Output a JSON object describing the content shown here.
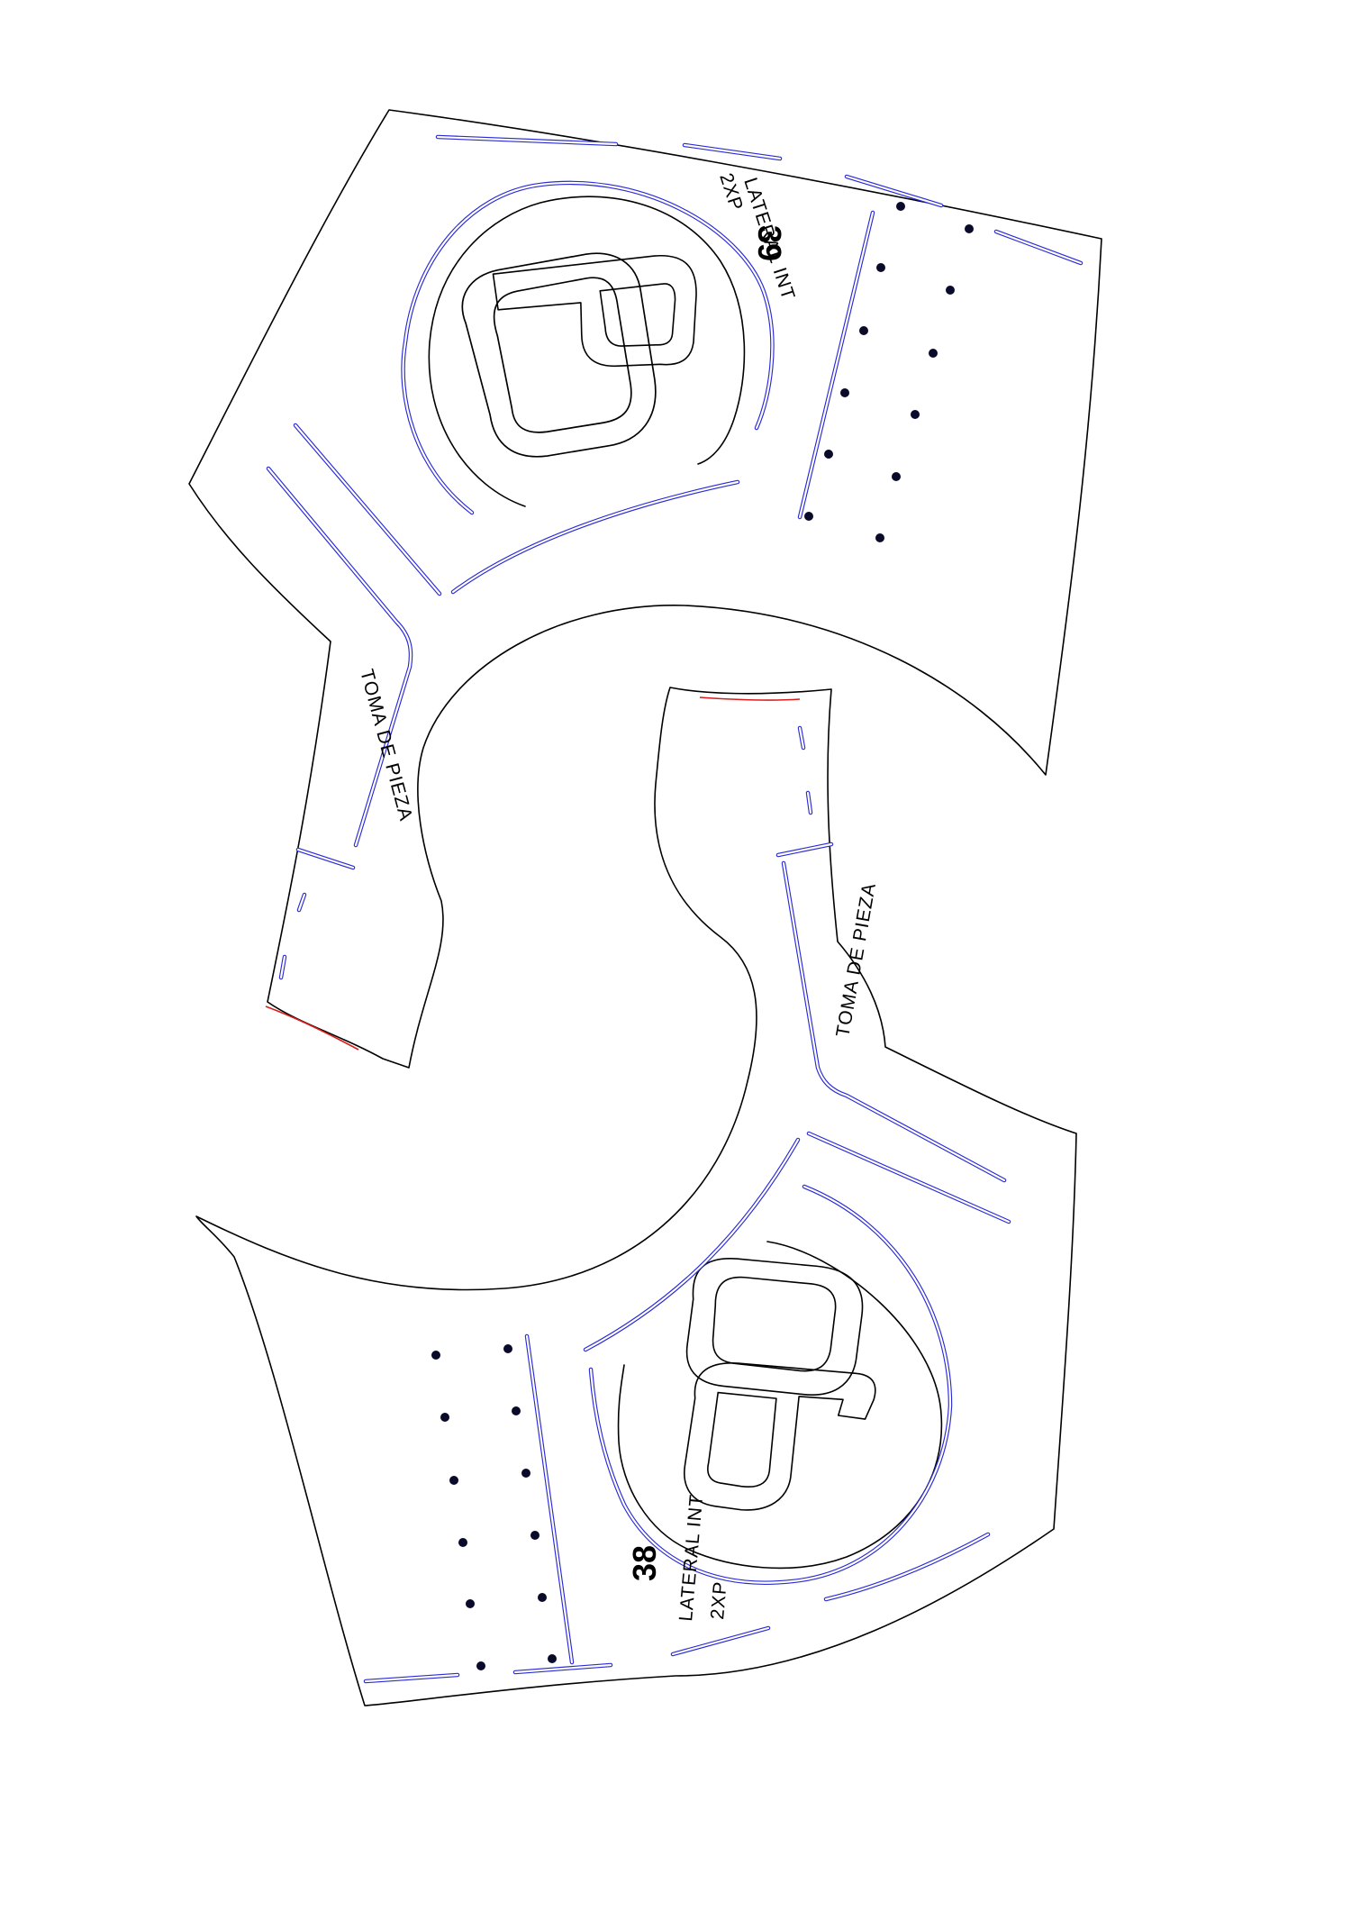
{
  "pieces": [
    {
      "id": "39",
      "number": "39",
      "name": "LATERAL INT",
      "quantity": "2XP",
      "tab_label": "TOMA DE PIEZA",
      "logo_number": "06"
    },
    {
      "id": "38",
      "number": "38",
      "name": "LATERAL INT",
      "quantity": "2XP",
      "tab_label": "TOMA DE PIEZA",
      "logo_number": "06"
    }
  ],
  "colors": {
    "outline": "#000000",
    "stitch": "#2b2bd6",
    "reference_line": "#d81e1e",
    "holes": "#0a0a2a"
  }
}
